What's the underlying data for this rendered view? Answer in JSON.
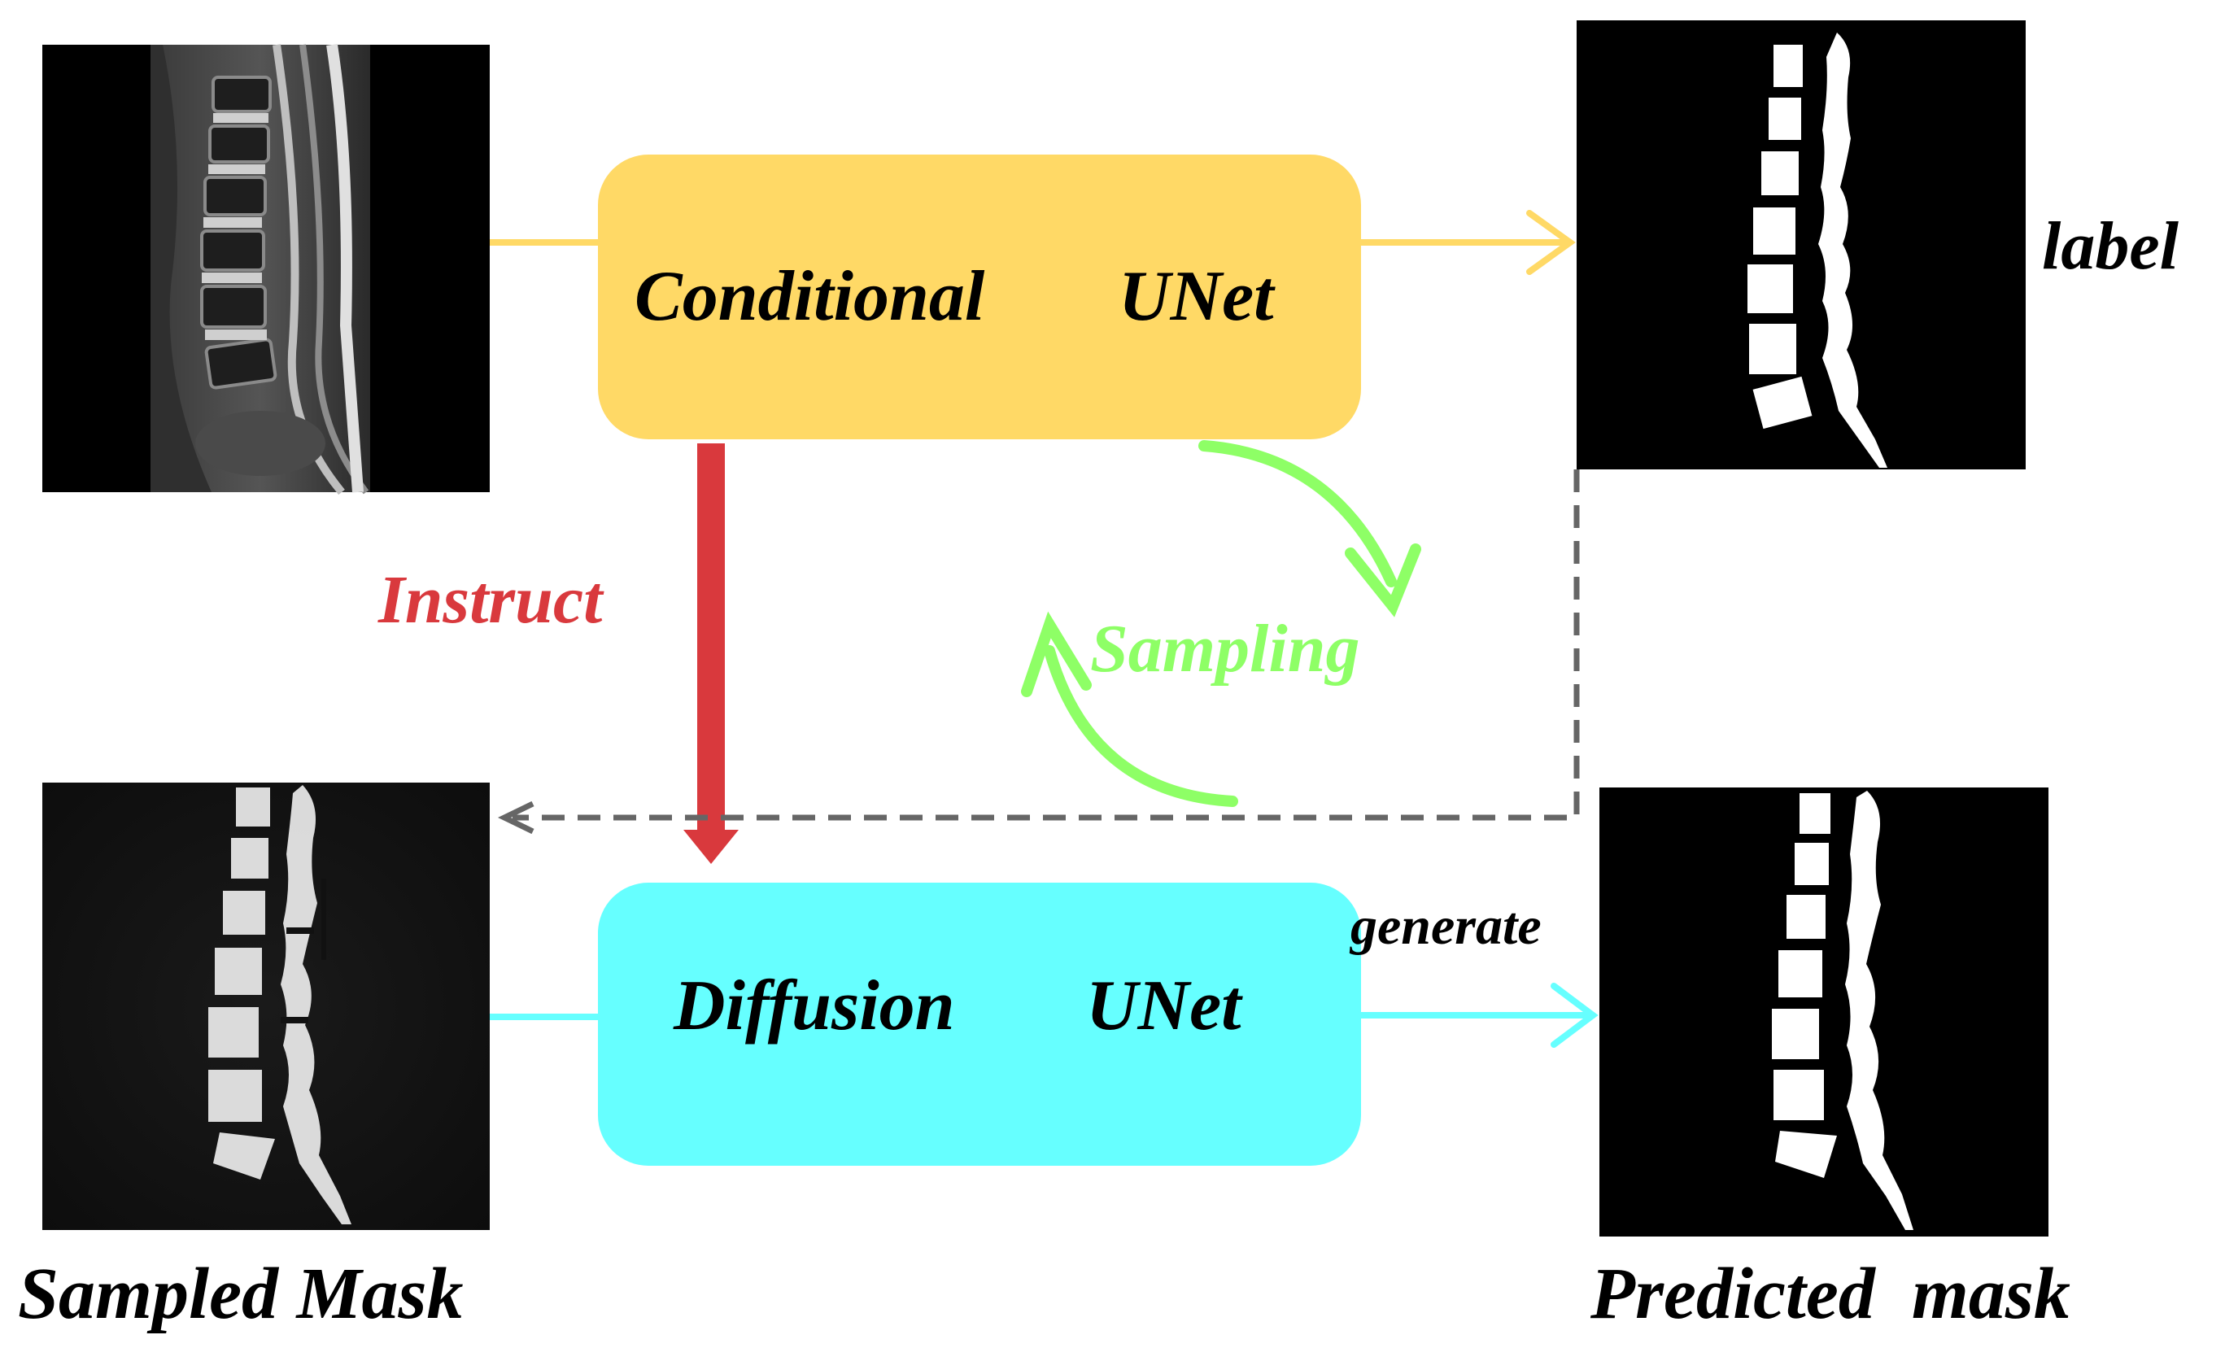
{
  "boxes": {
    "conditional": {
      "word1": "Conditional",
      "word2": "UNet",
      "fill": "#ffd966"
    },
    "diffusion": {
      "word1": "Diffusion",
      "word2": "UNet",
      "fill": "#66ffff"
    }
  },
  "labels": {
    "instruct": "Instruct",
    "sampling": "Sampling",
    "label": "label",
    "generate": "generate",
    "sampled_mask": "Sampled Mask",
    "predicted_mask": "Predicted  mask"
  },
  "images": {
    "mri": "sagittal-spine-mri",
    "label_mask": "spine-label-mask",
    "sampled_mask": "noisy-sampled-mask",
    "predicted_mask": "predicted-spine-mask"
  },
  "colors": {
    "mri_arrow": "#ffd966",
    "instruct": "#d9393d",
    "sampling": "#8eff66",
    "dashed": "#666666",
    "mask_arrow": "#66ffff",
    "text": "#000000"
  }
}
